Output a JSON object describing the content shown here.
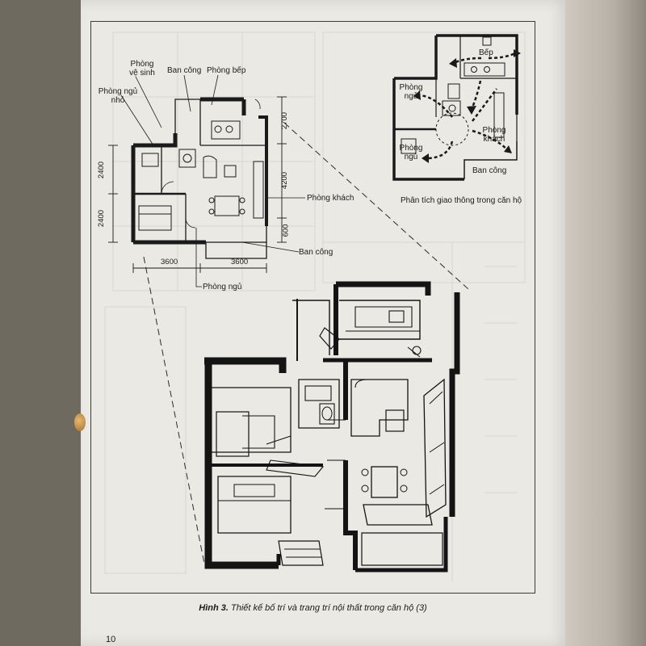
{
  "plan_small": {
    "labels": {
      "wc": "Phòng\nvệ sinh",
      "balcony_top": "Ban công",
      "kitchen": "Phòng bếp",
      "small_bedroom": "Phòng ngủ\nnhỏ",
      "living": "Phòng khách",
      "balcony_bottom": "Ban công",
      "bedroom": "Phòng ngủ"
    },
    "dimensions": {
      "left_top": "2400",
      "left_bottom": "2400",
      "right_top": "2700",
      "right_mid": "4200",
      "right_bottom": "600",
      "bottom_left": "3600",
      "bottom_right": "3600"
    }
  },
  "traffic": {
    "labels": {
      "kitchen": "Bếp",
      "bedroom_1": "Phòng\nngủ",
      "living": "Phòng\nkhách",
      "bedroom_2": "Phòng\nngủ",
      "balcony": "Ban công"
    },
    "caption": "Phân tích giao thông trong căn hộ"
  },
  "figure": {
    "label": "Hình 3.",
    "title": "Thiết kế bố trí và trang trí nội thất trong căn hộ (3)"
  },
  "page_number": "10"
}
